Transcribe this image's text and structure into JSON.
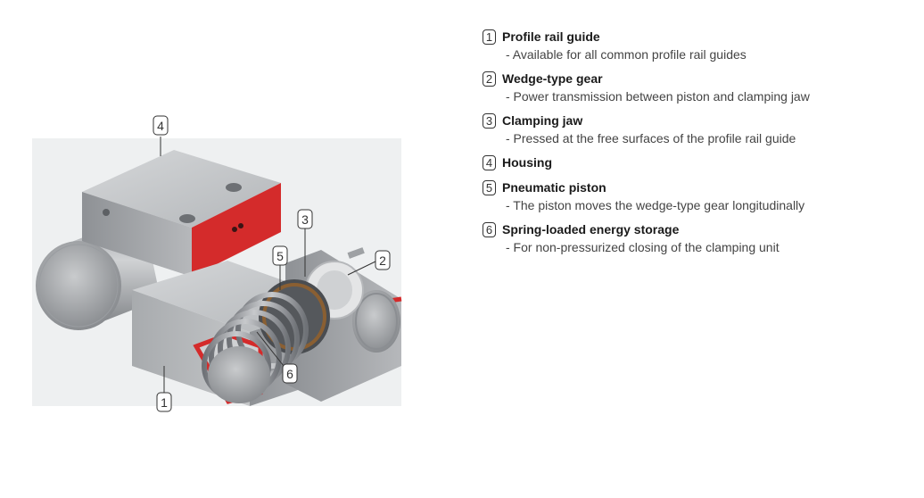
{
  "callouts": {
    "c1": "1",
    "c2": "2",
    "c3": "3",
    "c4": "4",
    "c5": "5",
    "c6": "6"
  },
  "legend": {
    "items": [
      {
        "number": "1",
        "title": "Profile rail guide",
        "desc": "- Available for all common profile rail guides"
      },
      {
        "number": "2",
        "title": "Wedge-type gear",
        "desc": "- Power transmission between piston and clamping jaw"
      },
      {
        "number": "3",
        "title": "Clamping jaw",
        "desc": "- Pressed at the free surfaces of the profile rail guide"
      },
      {
        "number": "4",
        "title": "Housing",
        "desc": ""
      },
      {
        "number": "5",
        "title": "Pneumatic piston",
        "desc": "- The piston moves the wedge-type gear longitudinally"
      },
      {
        "number": "6",
        "title": "Spring-loaded energy storage",
        "desc": "- For non-pressurized closing of the clamping unit"
      }
    ]
  },
  "colors": {
    "accent_red": "#d42b2b",
    "metal_light": "#c4c6c8",
    "metal_mid": "#a3a6a9",
    "metal_dark": "#7d8084"
  }
}
